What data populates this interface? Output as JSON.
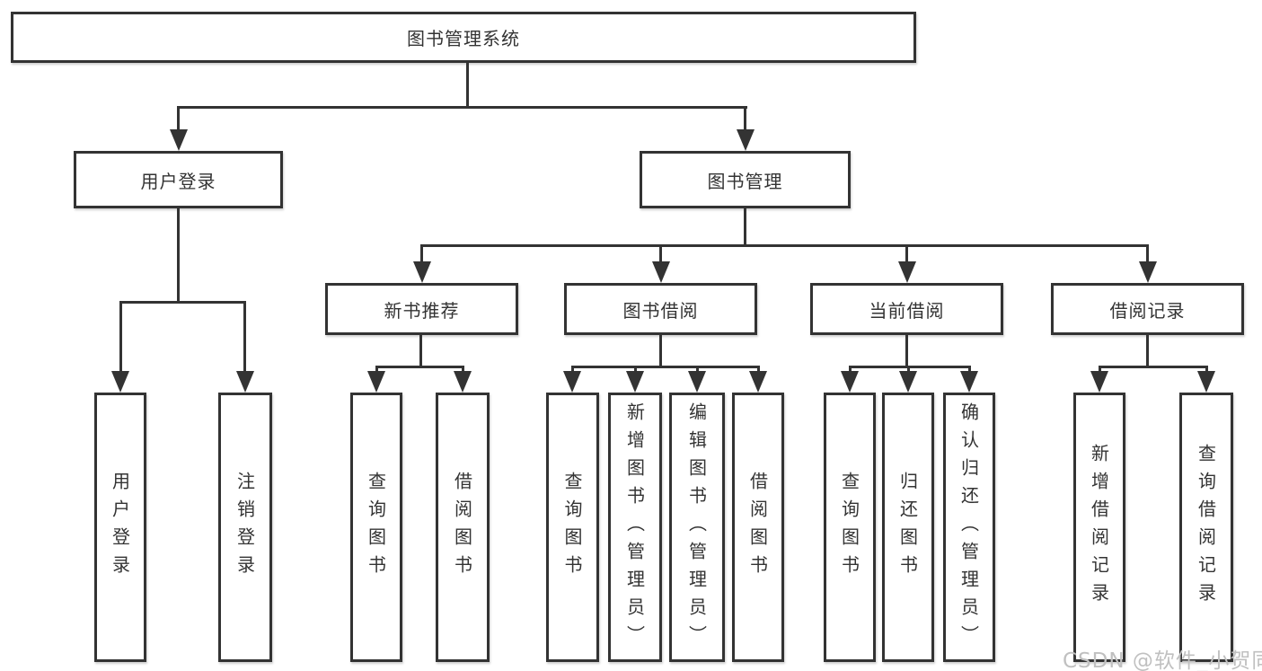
{
  "tree": {
    "root": {
      "label": "图书管理系统"
    },
    "children": [
      {
        "label": "用户登录",
        "children": [
          {
            "label": "用户登录"
          },
          {
            "label": "注销登录"
          }
        ]
      },
      {
        "label": "图书管理",
        "children": [
          {
            "label": "新书推荐",
            "children": [
              {
                "label": "查询图书"
              },
              {
                "label": "借阅图书"
              }
            ]
          },
          {
            "label": "图书借阅",
            "children": [
              {
                "label": "查询图书"
              },
              {
                "label": "新增图书（管理员）"
              },
              {
                "label": "编辑图书（管理员）"
              },
              {
                "label": "借阅图书"
              }
            ]
          },
          {
            "label": "当前借阅",
            "children": [
              {
                "label": "查询图书"
              },
              {
                "label": "归还图书"
              },
              {
                "label": "确认归还（管理员）"
              }
            ]
          },
          {
            "label": "借阅记录",
            "children": [
              {
                "label": "新增借阅记录"
              },
              {
                "label": "查询借阅记录"
              }
            ]
          }
        ]
      }
    ]
  },
  "watermark": {
    "text": "CSDN @软件_小贺同学"
  },
  "colors": {
    "line": "#333333",
    "box_border": "#333333",
    "text": "#333333",
    "watermark": "#c0c0c0",
    "background": "#ffffff"
  }
}
